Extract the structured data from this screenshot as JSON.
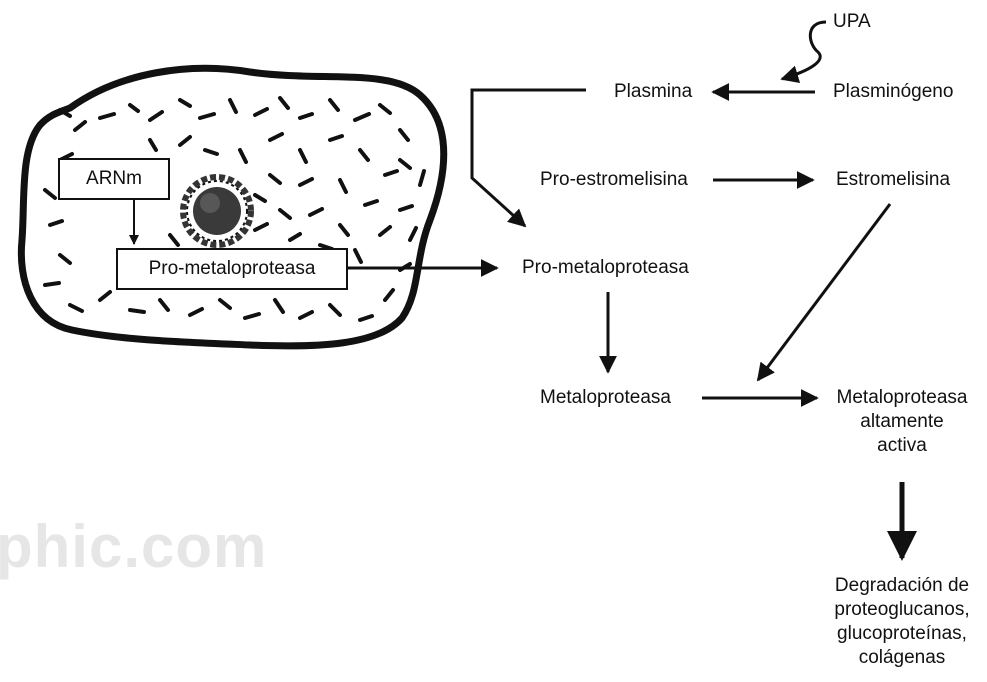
{
  "watermark": "phic.com",
  "cell": {
    "mrna_label": "ARNm",
    "pro_enzyme_label": "Pro-metaloproteasa"
  },
  "nodes": {
    "upa": "UPA",
    "plasmina": "Plasmina",
    "plasminogeno": "Plasminógeno",
    "pro_estromelisina": "Pro-estromelisina",
    "estromelisina": "Estromelisina",
    "pro_metaloproteasa": "Pro-metaloproteasa",
    "metaloproteasa": "Metaloproteasa",
    "metaloproteasa_activa": [
      "Metaloproteasa",
      "altamente",
      "activa"
    ],
    "degradacion": [
      "Degradación de",
      "proteoglucanos,",
      "glucoproteínas,",
      "colágenas"
    ]
  }
}
